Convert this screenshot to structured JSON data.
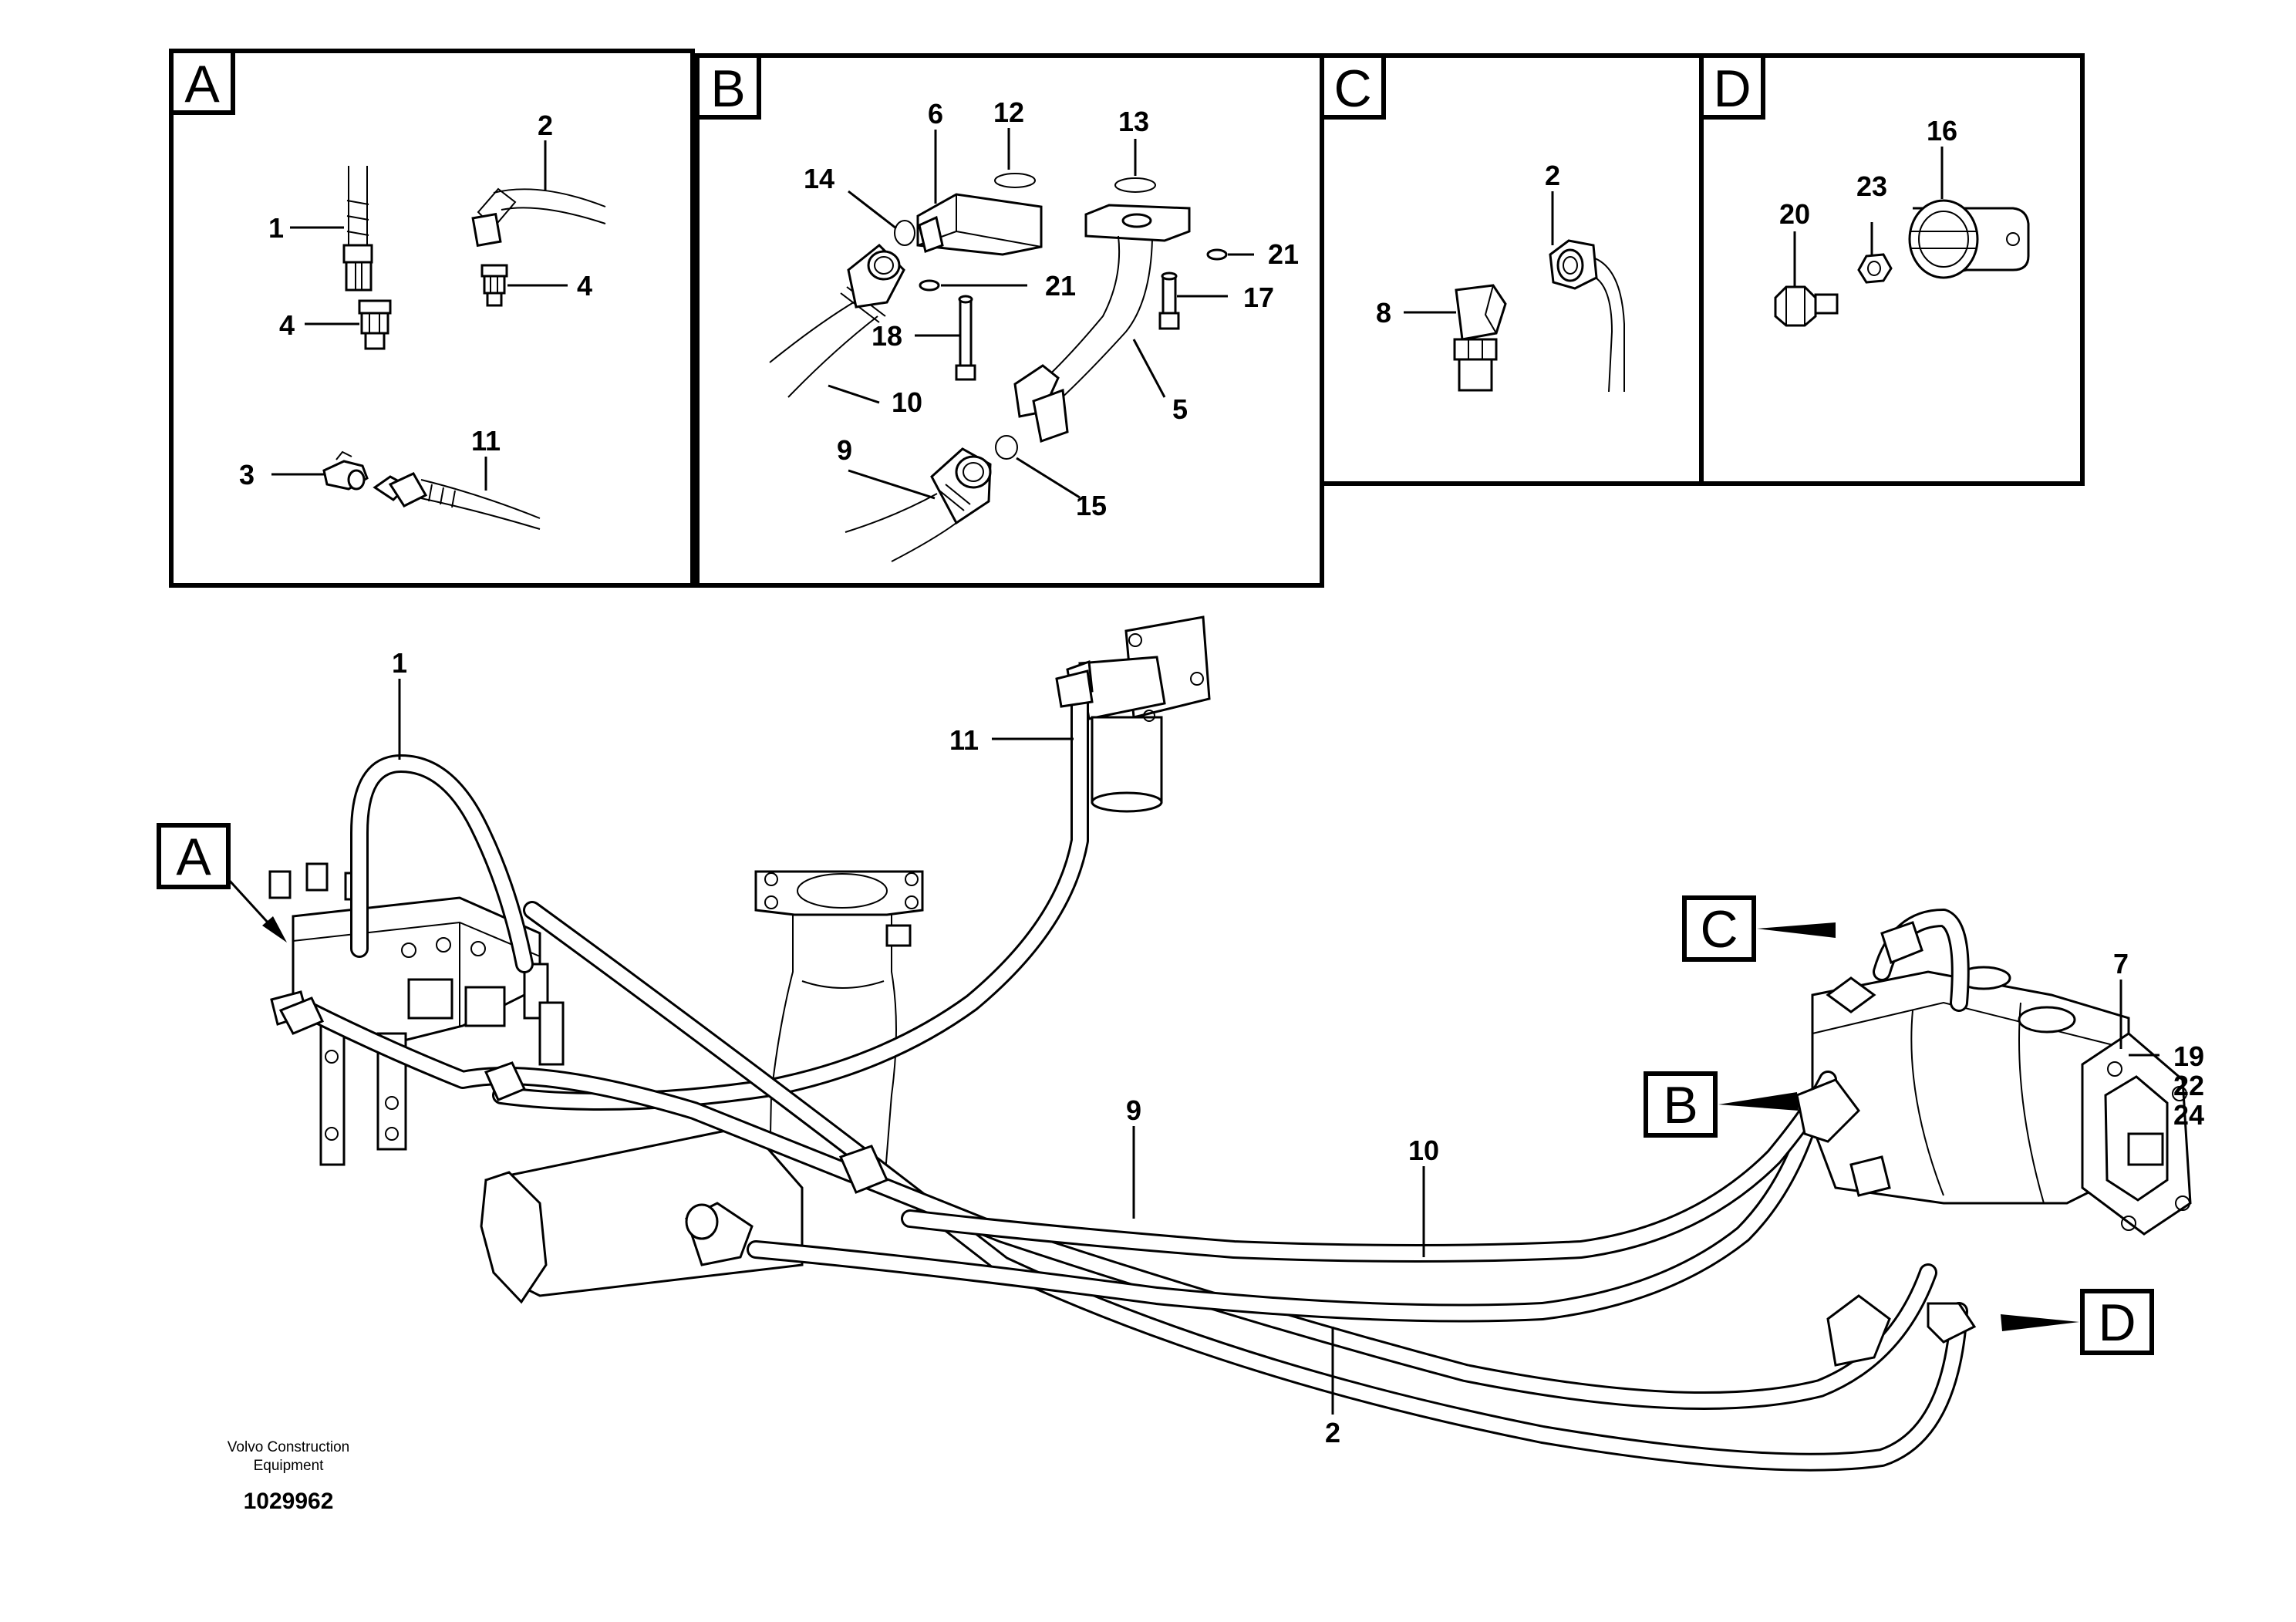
{
  "detail_panels": [
    {
      "letter": "A",
      "labels": [
        "1",
        "2",
        "4",
        "4",
        "3",
        "11"
      ]
    },
    {
      "letter": "B",
      "labels": [
        "12",
        "13",
        "6",
        "14",
        "21",
        "21",
        "17",
        "18",
        "10",
        "5",
        "9",
        "15"
      ]
    },
    {
      "letter": "C",
      "labels": [
        "2",
        "8"
      ]
    },
    {
      "letter": "D",
      "labels": [
        "16",
        "20",
        "23"
      ]
    }
  ],
  "main_callouts": {
    "letters": [
      "A",
      "B",
      "C",
      "D"
    ],
    "numbers": [
      "1",
      "11",
      "7",
      "19",
      "22",
      "24",
      "9",
      "10",
      "2"
    ]
  },
  "footer": {
    "company_line1": "Volvo Construction",
    "company_line2": "Equipment",
    "drawing_number": "1029962"
  }
}
